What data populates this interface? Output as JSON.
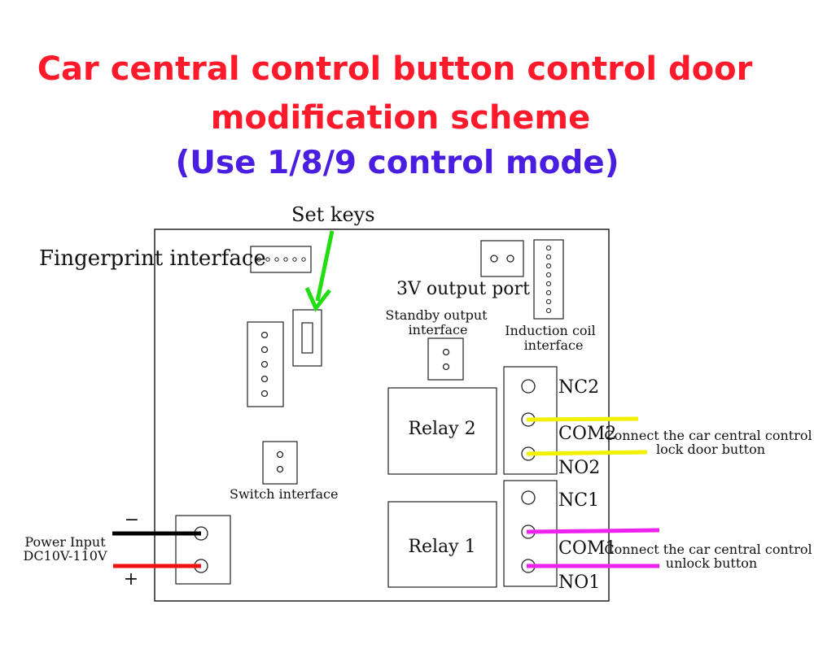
{
  "title": {
    "line1": "Car central control button control door",
    "line2": "modification scheme",
    "line3": "(Use 1/8/9 control mode)"
  },
  "labels": {
    "set_keys": "Set keys",
    "fingerprint_interface": "Fingerprint interface",
    "output_3v": "3V output port",
    "standby_output_1": "Standby output",
    "standby_output_2": "interface",
    "induction_coil_1": "Induction coil",
    "induction_coil_2": "interface",
    "switch_interface": "Switch interface",
    "relay2": "Relay 2",
    "relay1": "Relay 1",
    "nc2": "NC2",
    "com2": "COM2",
    "no2": "NO2",
    "nc1": "NC1",
    "com1": "COM1",
    "no1": "NO1",
    "lock_note_1": "Connect the car central control",
    "lock_note_2": "lock door button",
    "unlock_note_1": "Connect the car central control",
    "unlock_note_2": "unlock button",
    "power_input_1": "Power Input",
    "power_input_2": "DC10V-110V",
    "minus": "−",
    "plus": "+"
  },
  "colors": {
    "title_red": "#ff1a2b",
    "title_blue": "#4a1ee0",
    "arrow_green": "#22dd11",
    "wire_yellow": "#f2f200",
    "wire_magenta": "#ee22ee",
    "wire_black": "#000000",
    "wire_red": "#ee1111"
  }
}
